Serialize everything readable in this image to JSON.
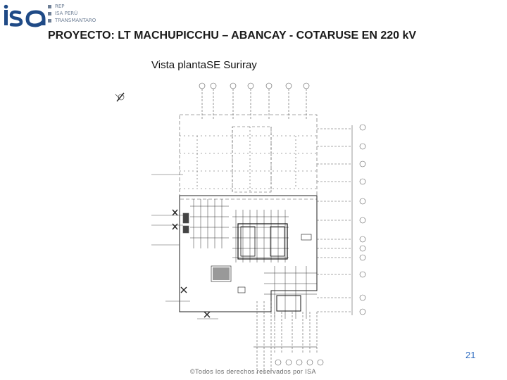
{
  "header": {
    "brands": [
      "REP",
      "ISA PERÚ",
      "TRANSMANTARO"
    ],
    "title": "PROYECTO: LT MACHUPICCHU – ABANCAY - COTARUSE EN 220 kV"
  },
  "slide": {
    "subtitle": "Vista plantaSE Suriray",
    "page_number": "21"
  },
  "footer": {
    "copyright": "©Todos los derechos reservados por ISA"
  },
  "colors": {
    "logo_blue": "#1f4a86",
    "brand_gray": "#6e7f96",
    "page_number_blue": "#2f6cc0"
  }
}
